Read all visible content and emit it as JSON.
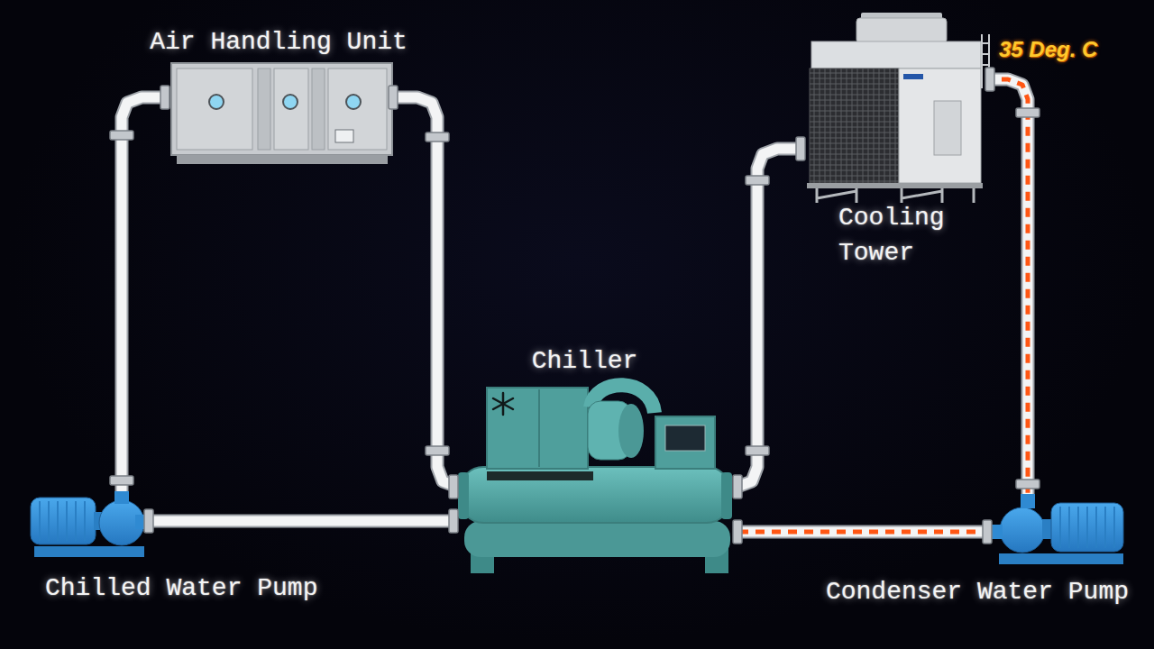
{
  "diagram": {
    "nodes": [
      {
        "text": [
          "Air Handling Unit"
        ]
      },
      {
        "text": [
          "Cooling Tower"
        ]
      },
      {
        "text": [
          "Chiller"
        ]
      },
      {
        "text": [
          "Chilled Water Pump"
        ]
      },
      {
        "text": [
          "Condenser Water Pump"
        ]
      }
    ],
    "edges": [
      {
        "from": 3,
        "to": 0,
        "arrow": "none"
      },
      {
        "from": 0,
        "to": 2,
        "arrow": "none"
      },
      {
        "from": 2,
        "to": 3,
        "arrow": "none"
      },
      {
        "from": 2,
        "to": 1,
        "arrow": "none"
      },
      {
        "from": 1,
        "to": 4,
        "arrow": "none"
      },
      {
        "from": 4,
        "to": 2,
        "arrow": "none"
      }
    ],
    "labels": [
      "35 Deg. C"
    ]
  }
}
